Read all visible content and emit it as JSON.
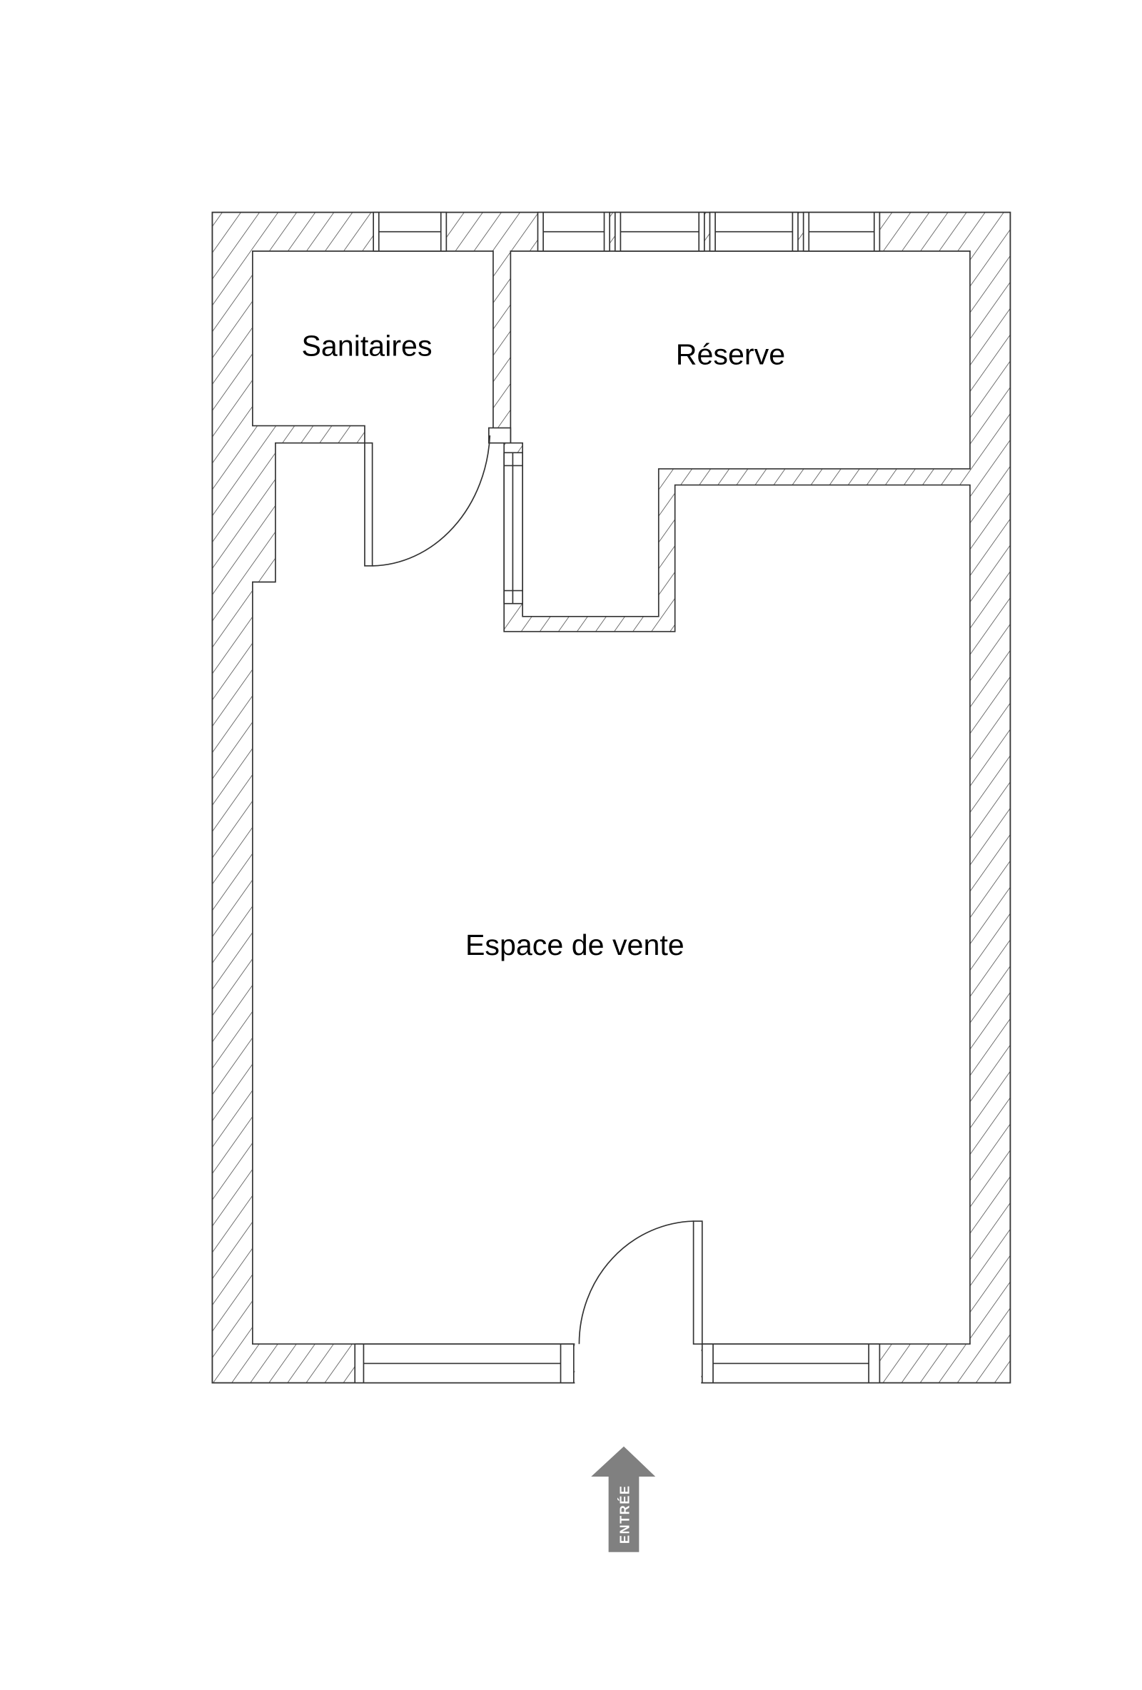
{
  "rooms": {
    "sanitaires": "Sanitaires",
    "reserve": "Réserve",
    "espace_vente": "Espace de vente"
  },
  "entrance": {
    "label": "ENTRÉE",
    "arrow_color": "#808080"
  },
  "colors": {
    "wall_line": "#333333",
    "background": "#ffffff"
  }
}
